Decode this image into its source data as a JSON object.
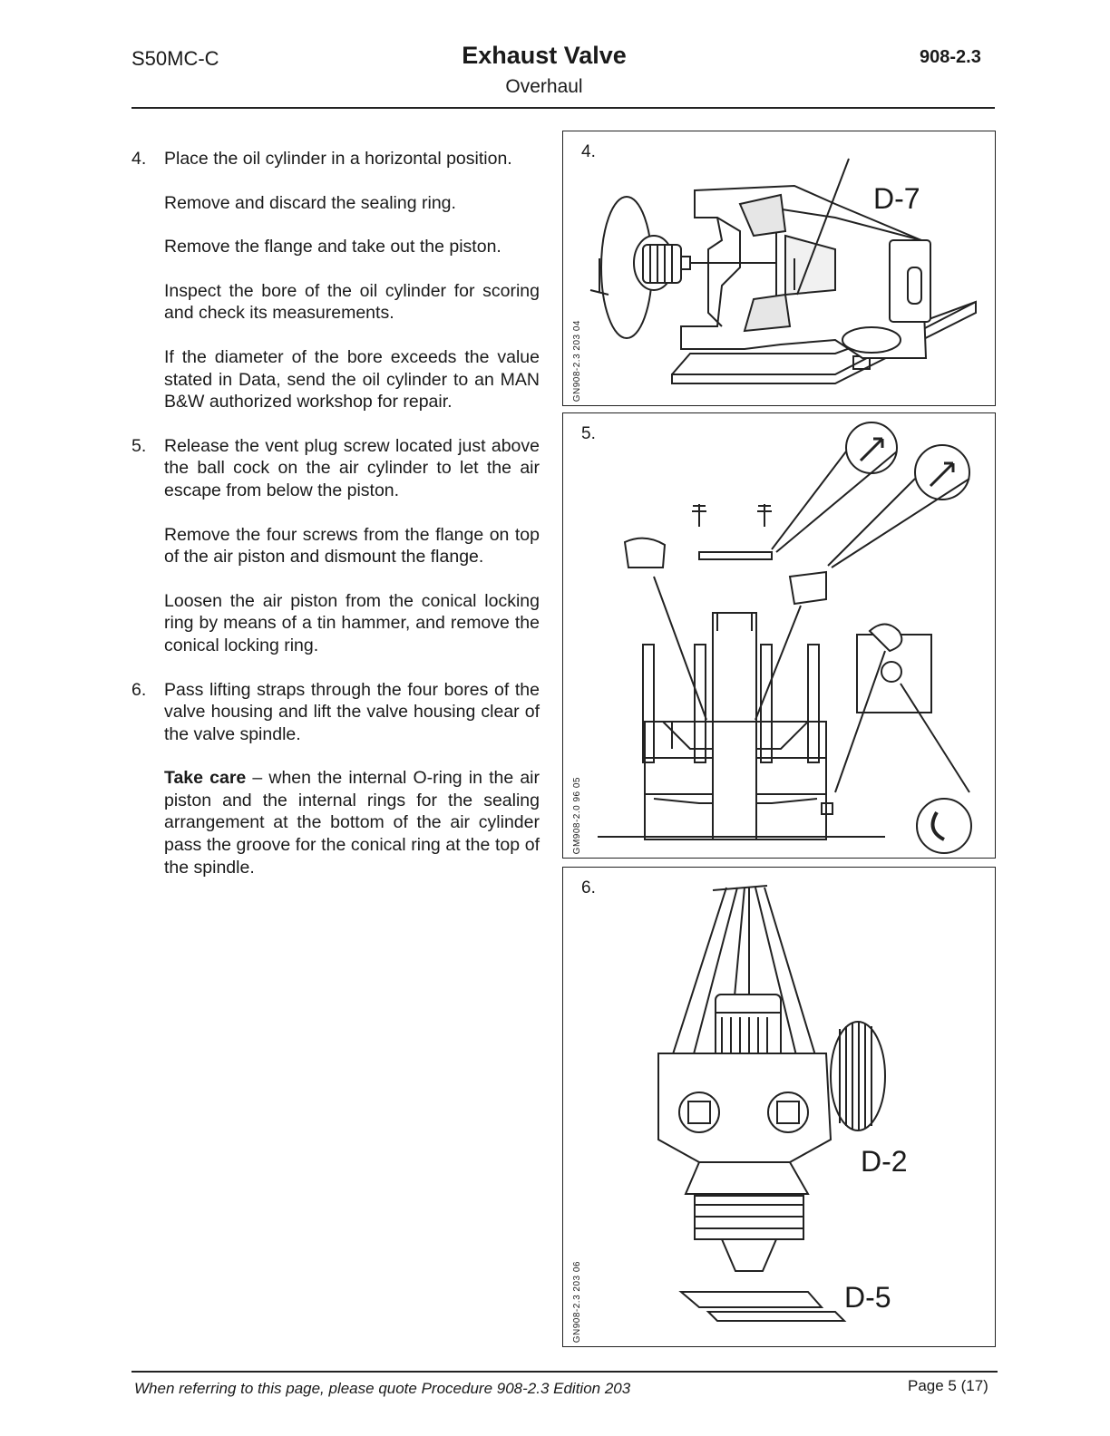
{
  "header": {
    "model": "S50MC-C",
    "title": "Exhaust Valve",
    "subtitle": "Overhaul",
    "procedure": "908-2.3"
  },
  "steps": [
    {
      "number": "4.",
      "paragraphs": [
        "Place the oil cylinder in a horizontal position.",
        "Remove and discard the sealing ring.",
        "Remove the flange and take out the piston.",
        "Inspect the bore of the oil cylinder for scoring and check its measurements.",
        "If the diameter of the bore exceeds the value stated in Data, send the oil cylinder to an MAN B&W authorized workshop for repair."
      ]
    },
    {
      "number": "5.",
      "paragraphs": [
        "Release the vent plug screw located just above the ball cock on the air cylinder to let the air escape from below the piston.",
        "Remove the four screws from the flange on top of the air piston and dismount the flange.",
        "Loosen the air piston from the conical locking ring by means of a tin hammer, and remove the conical locking ring."
      ]
    },
    {
      "number": "6.",
      "paragraphs": [
        "Pass lifting straps through the four bores of the valve housing and lift the valve housing clear of the valve spindle."
      ],
      "caution_bold": "Take care",
      "caution_text": " – when the internal O-ring in the air piston and the internal rings for the sealing arrangement at the bottom of the air cylinder pass the groove for the conical ring at the top of the spindle."
    }
  ],
  "figures": [
    {
      "label": "4.",
      "code": "GN908-2.3 203 04",
      "callouts": [
        "D-7"
      ]
    },
    {
      "label": "5.",
      "code": "GM908-2.0 96 05",
      "callouts": []
    },
    {
      "label": "6.",
      "code": "GN908-2.3 203 06",
      "callouts": [
        "D-2",
        "D-5"
      ]
    }
  ],
  "footer": {
    "note": "When referring to this page, please quote Procedure 908-2.3 Edition 203",
    "page": "Page 5 (17)"
  }
}
